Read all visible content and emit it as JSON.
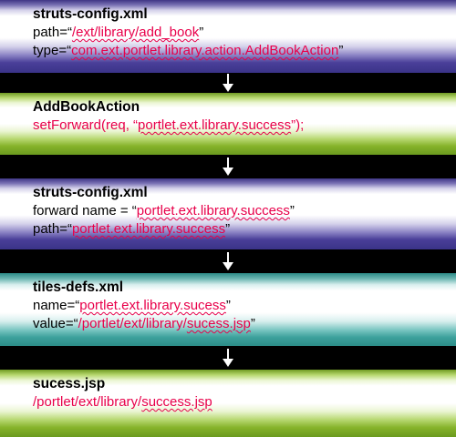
{
  "boxes": [
    {
      "title": "struts-config.xml",
      "lines": [
        {
          "pre": "path=“",
          "value": "/ext/library/add_book",
          "post": "”"
        },
        {
          "pre": "type=“",
          "value": "com.ext.portlet.library.action.AddBookAction",
          "post": "”"
        }
      ]
    },
    {
      "title": "AddBookAction",
      "lines": [
        {
          "pre": "setForward(req, “",
          "value": "portlet.ext.library.success",
          "post": "”);"
        }
      ]
    },
    {
      "title": "struts-config.xml",
      "lines": [
        {
          "pre": "forward name = “",
          "value": "portlet.ext.library.success",
          "post": "”"
        },
        {
          "pre": "path=“",
          "value": "portlet.ext.library.success",
          "post": "”"
        }
      ]
    },
    {
      "title": "tiles-defs.xml",
      "lines": [
        {
          "pre": "name=“",
          "value": "portlet.ext.library.sucess",
          "post": "”"
        },
        {
          "pre": "value=“",
          "value_prefix": "/portlet/ext/library/",
          "value": "sucess.jsp",
          "post": "”"
        }
      ]
    },
    {
      "title": "sucess.jsp",
      "lines": [
        {
          "value_prefix": "/portlet/ext/library/",
          "value": "success.jsp"
        }
      ]
    }
  ]
}
